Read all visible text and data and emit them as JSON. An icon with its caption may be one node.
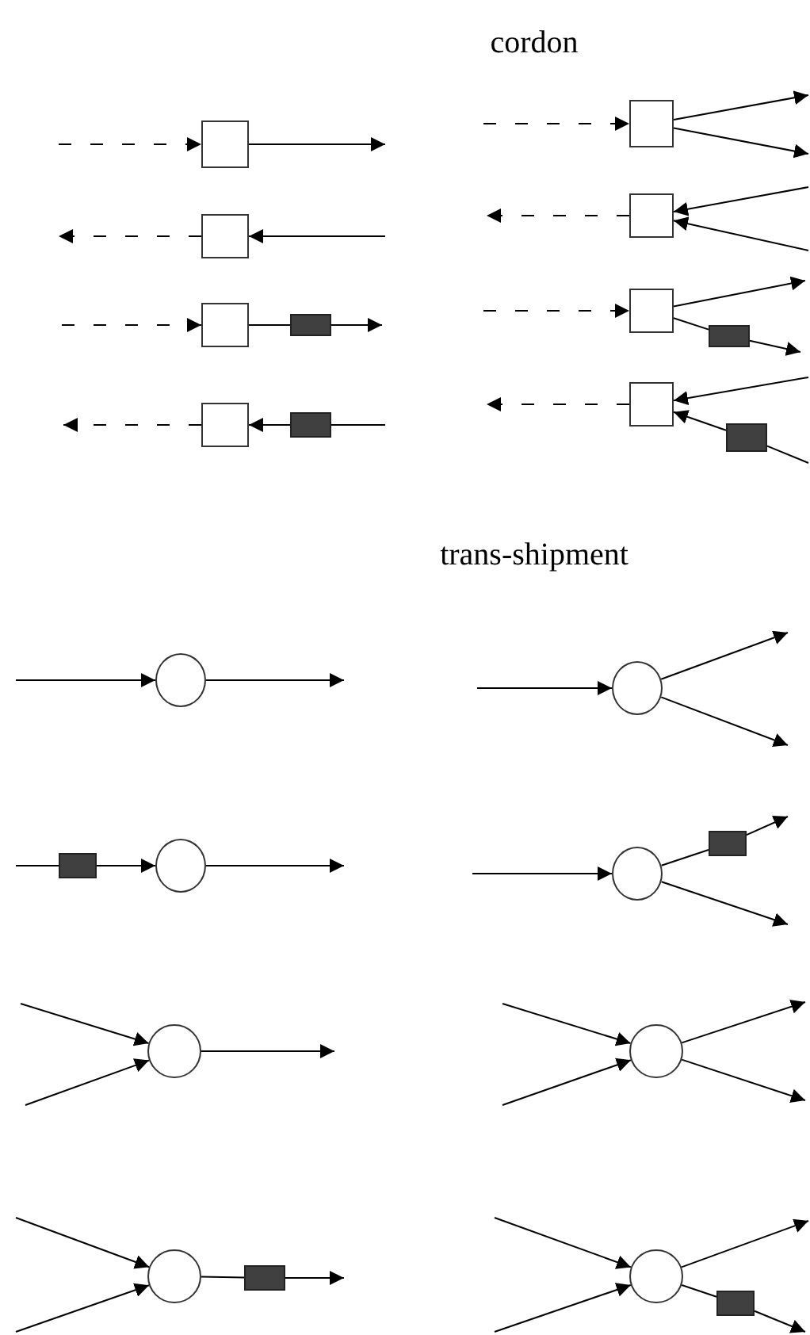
{
  "diagram": {
    "nodes": [
      {
        "text": [],
        "shape": "box"
      },
      {
        "text": [],
        "shape": "box"
      },
      {
        "text": [],
        "shape": "box"
      },
      {
        "text": [],
        "shape": "box"
      },
      {
        "text": [],
        "shape": "box"
      },
      {
        "text": [],
        "shape": "bar"
      },
      {
        "text": [],
        "shape": "box"
      },
      {
        "text": [],
        "shape": "bar"
      },
      {
        "text": [],
        "shape": "box"
      },
      {
        "text": [],
        "shape": "bar"
      },
      {
        "text": [],
        "shape": "box"
      },
      {
        "text": [],
        "shape": "bar"
      },
      {
        "text": [],
        "shape": "circle"
      },
      {
        "text": [],
        "shape": "circle"
      },
      {
        "text": [],
        "shape": "bar"
      },
      {
        "text": [],
        "shape": "circle"
      },
      {
        "text": [],
        "shape": "circle"
      },
      {
        "text": [],
        "shape": "bar"
      },
      {
        "text": [],
        "shape": "circle"
      },
      {
        "text": [],
        "shape": "circle"
      },
      {
        "text": [],
        "shape": "circle"
      },
      {
        "text": [],
        "shape": "bar"
      },
      {
        "text": [],
        "shape": "circle"
      },
      {
        "text": [],
        "shape": "bar"
      }
    ],
    "edges": [
      {
        "from": null,
        "to": 0,
        "arrow": "to",
        "style": "dashed"
      },
      {
        "from": 0,
        "to": null,
        "arrow": "to"
      },
      {
        "from": null,
        "to": 1,
        "arrow": "to",
        "style": "dashed"
      },
      {
        "from": 1,
        "to": null,
        "arrow": "to"
      },
      {
        "from": 1,
        "to": null,
        "arrow": "to"
      },
      {
        "from": 2,
        "to": null,
        "arrow": "to",
        "style": "dashed"
      },
      {
        "from": null,
        "to": 2,
        "arrow": "to"
      },
      {
        "from": 3,
        "to": null,
        "arrow": "to",
        "style": "dashed"
      },
      {
        "from": null,
        "to": 3,
        "arrow": "to"
      },
      {
        "from": null,
        "to": 3,
        "arrow": "to"
      },
      {
        "from": null,
        "to": 4,
        "arrow": "to",
        "style": "dashed"
      },
      {
        "from": 4,
        "to": 5,
        "arrow": "none"
      },
      {
        "from": 5,
        "to": null,
        "arrow": "to"
      },
      {
        "from": null,
        "to": 6,
        "arrow": "to",
        "style": "dashed"
      },
      {
        "from": 6,
        "to": null,
        "arrow": "to"
      },
      {
        "from": 6,
        "to": 7,
        "arrow": "none"
      },
      {
        "from": 7,
        "to": null,
        "arrow": "to"
      },
      {
        "from": 8,
        "to": null,
        "arrow": "to",
        "style": "dashed"
      },
      {
        "from": null,
        "to": 9,
        "arrow": "none"
      },
      {
        "from": 9,
        "to": 8,
        "arrow": "to"
      },
      {
        "from": 10,
        "to": null,
        "arrow": "to",
        "style": "dashed"
      },
      {
        "from": null,
        "to": 10,
        "arrow": "to"
      },
      {
        "from": null,
        "to": 11,
        "arrow": "none"
      },
      {
        "from": 11,
        "to": 10,
        "arrow": "to"
      },
      {
        "from": null,
        "to": 12,
        "arrow": "to"
      },
      {
        "from": 12,
        "to": null,
        "arrow": "to"
      },
      {
        "from": null,
        "to": 13,
        "arrow": "to"
      },
      {
        "from": 13,
        "to": null,
        "arrow": "to"
      },
      {
        "from": 13,
        "to": null,
        "arrow": "to"
      },
      {
        "from": null,
        "to": 14,
        "arrow": "none"
      },
      {
        "from": 14,
        "to": 15,
        "arrow": "to"
      },
      {
        "from": 15,
        "to": null,
        "arrow": "to"
      },
      {
        "from": null,
        "to": 16,
        "arrow": "to"
      },
      {
        "from": 16,
        "to": 17,
        "arrow": "none"
      },
      {
        "from": 17,
        "to": null,
        "arrow": "to"
      },
      {
        "from": 16,
        "to": null,
        "arrow": "to"
      },
      {
        "from": null,
        "to": 18,
        "arrow": "to"
      },
      {
        "from": null,
        "to": 18,
        "arrow": "to"
      },
      {
        "from": 18,
        "to": null,
        "arrow": "to"
      },
      {
        "from": null,
        "to": 19,
        "arrow": "to"
      },
      {
        "from": null,
        "to": 19,
        "arrow": "to"
      },
      {
        "from": 19,
        "to": null,
        "arrow": "to"
      },
      {
        "from": 19,
        "to": null,
        "arrow": "to"
      },
      {
        "from": null,
        "to": 20,
        "arrow": "to"
      },
      {
        "from": null,
        "to": 20,
        "arrow": "to"
      },
      {
        "from": 20,
        "to": 21,
        "arrow": "none"
      },
      {
        "from": 21,
        "to": null,
        "arrow": "to"
      },
      {
        "from": null,
        "to": 22,
        "arrow": "to"
      },
      {
        "from": null,
        "to": 22,
        "arrow": "to"
      },
      {
        "from": 22,
        "to": null,
        "arrow": "to"
      },
      {
        "from": 22,
        "to": 23,
        "arrow": "none"
      },
      {
        "from": 23,
        "to": null,
        "arrow": "to"
      }
    ],
    "labels": [
      "cordon",
      "trans-shipment"
    ]
  }
}
